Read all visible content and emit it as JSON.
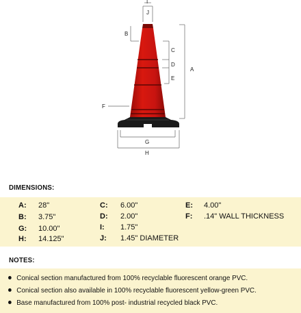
{
  "diagram": {
    "labels": {
      "a": "A",
      "b": "B",
      "c": "C",
      "d": "D",
      "e": "E",
      "f": "F",
      "g": "G",
      "h": "H",
      "i": "I",
      "j": "J"
    },
    "colors": {
      "cone": "#d0160f",
      "cone_dark": "#8e0b08",
      "base": "#1b1b1b",
      "line": "#555555"
    }
  },
  "dimensions": {
    "heading": "DIMENSIONS:",
    "items": [
      {
        "key": "A:",
        "value": "28\""
      },
      {
        "key": "B:",
        "value": "3.75\""
      },
      {
        "key": "G:",
        "value": "10.00\""
      },
      {
        "key": "H:",
        "value": "14.125\""
      },
      {
        "key": "C:",
        "value": "6.00\""
      },
      {
        "key": "D:",
        "value": "2.00\""
      },
      {
        "key": "I:",
        "value": "1.75\""
      },
      {
        "key": "J:",
        "value": "1.45\" DIAMETER"
      },
      {
        "key": "E:",
        "value": "4.00\""
      },
      {
        "key": "F:",
        "value": ".14\" WALL THICKNESS"
      }
    ]
  },
  "notes": {
    "heading": "NOTES:",
    "items": [
      "Conical section manufactured from 100% recyclable fluorescent orange PVC.",
      "Conical section also available in 100% recyclable fluorescent yellow-green PVC.",
      "Base manufactured from 100% post- industrial recycled black PVC."
    ]
  }
}
